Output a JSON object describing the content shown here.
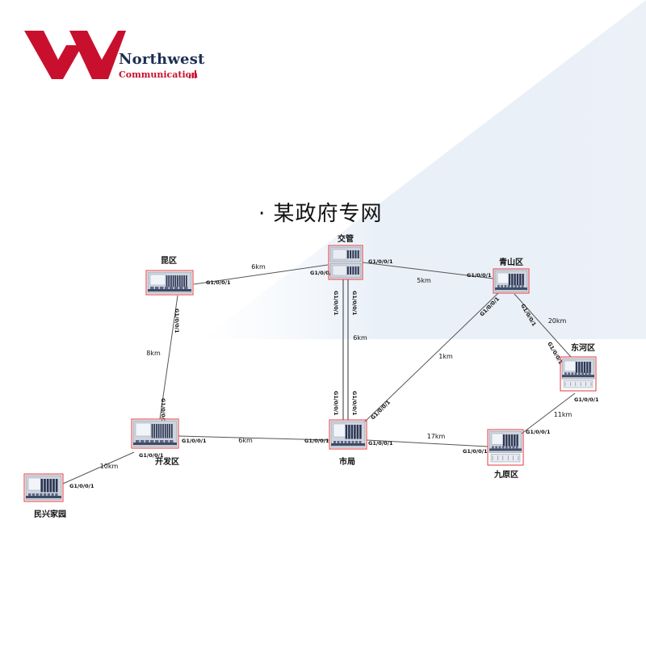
{
  "logo": {
    "name": "Northwest",
    "sub": "Communication",
    "brand_red": "#c8102e",
    "brand_navy": "#1c2f52"
  },
  "title": "· 某政府专网",
  "nodes": [
    {
      "id": "jiaoguan",
      "label": "交管",
      "device": "rack-double"
    },
    {
      "id": "kunqu",
      "label": "昆区",
      "device": "rack-wide"
    },
    {
      "id": "qingshan",
      "label": "青山区",
      "device": "rack-small"
    },
    {
      "id": "donghe",
      "label": "东河区",
      "device": "rack-small-stand"
    },
    {
      "id": "kaifa",
      "label": "开发区",
      "device": "rack-wide"
    },
    {
      "id": "shiju",
      "label": "市局",
      "device": "rack-medium"
    },
    {
      "id": "jiuyuan",
      "label": "九原区",
      "device": "rack-small-stand"
    },
    {
      "id": "minxing",
      "label": "民兴家园",
      "device": "rack-small"
    }
  ],
  "links": [
    {
      "from": "kunqu",
      "to": "jiaoguan",
      "distance": "6km",
      "ports": [
        "G1/0/0/1",
        "G1/0/0/1"
      ]
    },
    {
      "from": "jiaoguan",
      "to": "qingshan",
      "distance": "5km",
      "ports": [
        "G1/0/0/1",
        "G1/0/0/1"
      ]
    },
    {
      "from": "qingshan",
      "to": "donghe",
      "distance": "20km",
      "ports": [
        "G1/0/0/1",
        "G1/0/0/1"
      ]
    },
    {
      "from": "kunqu",
      "to": "kaifa",
      "distance": "8km",
      "ports": [
        "G1/0/0/1",
        "G1/0/0/1"
      ]
    },
    {
      "from": "jiaoguan",
      "to": "shiju",
      "distance": "6km",
      "ports": [
        "G1/0/0/1",
        "G1/0/0/1",
        "G1/0/0/1",
        "G1/0/0/1"
      ]
    },
    {
      "from": "qingshan",
      "to": "shiju",
      "distance": "1km",
      "ports": [
        "G1/0/0/1",
        "G1/0/0/1"
      ]
    },
    {
      "from": "kaifa",
      "to": "shiju",
      "distance": "6km",
      "ports": [
        "G1/0/0/1",
        "G1/0/0/1"
      ]
    },
    {
      "from": "shiju",
      "to": "jiuyuan",
      "distance": "17km",
      "ports": [
        "G1/0/0/1",
        "G1/0/0/1"
      ]
    },
    {
      "from": "donghe",
      "to": "jiuyuan",
      "distance": "11km",
      "ports": [
        "G1/0/0/1",
        "G1/0/0/1"
      ]
    },
    {
      "from": "minxing",
      "to": "kaifa",
      "distance": "10km",
      "ports": [
        "G1/0/0/1",
        "G1/0/0/1"
      ]
    }
  ],
  "colors": {
    "link": "#555555",
    "highlight": "#e0393e",
    "device_body": "#cfd5df",
    "device_dark": "#2b3552"
  }
}
